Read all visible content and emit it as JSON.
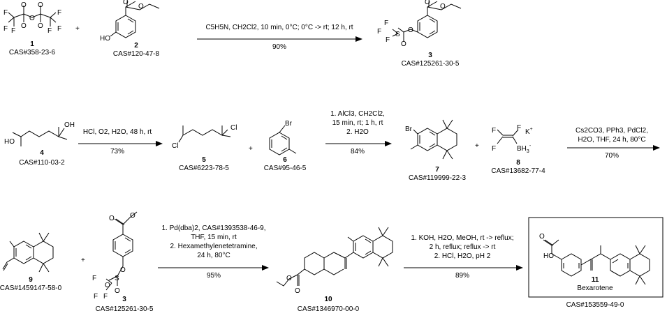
{
  "compounds": [
    {
      "id": "c1",
      "number": "1",
      "cas": "CAS#358-23-6"
    },
    {
      "id": "c2",
      "number": "2",
      "cas": "CAS#120-47-8"
    },
    {
      "id": "c3",
      "number": "3",
      "cas": "CAS#125261-30-5"
    },
    {
      "id": "c4",
      "number": "4",
      "cas": "CAS#110-03-2"
    },
    {
      "id": "c5",
      "number": "5",
      "cas": "CAS#6223-78-5"
    },
    {
      "id": "c6",
      "number": "6",
      "cas": "CAS#95-46-5"
    },
    {
      "id": "c7",
      "number": "7",
      "cas": "CAS#119999-22-3"
    },
    {
      "id": "c8",
      "number": "8",
      "cas": "CAS#13682-77-4"
    },
    {
      "id": "c9",
      "number": "9",
      "cas": "CAS#1459147-58-0"
    },
    {
      "id": "c3b",
      "number": "3",
      "cas": "CAS#125261-30-5"
    },
    {
      "id": "c10",
      "number": "10",
      "cas": "CAS#1346970-00-0"
    },
    {
      "id": "c11",
      "number": "11",
      "name": "Bexarotene",
      "cas": "CAS#153559-49-0"
    }
  ],
  "reactions": [
    {
      "above": [
        "C5H5N, CH2Cl2, 10 min, 0°C; 0°C -> rt; 12 h, rt"
      ],
      "below": [
        "90%"
      ]
    },
    {
      "above": [
        "HCl, O2, H2O, 48 h, rt"
      ],
      "below": [
        "73%"
      ]
    },
    {
      "above": [
        "1. AlCl3, CH2Cl2,",
        "15 min, rt; 1 h, rt",
        "2. H2O"
      ],
      "below": [
        "84%"
      ]
    },
    {
      "above": [
        "Cs2CO3, PPh3, PdCl2,",
        "H2O, THF, 24 h, 80°C"
      ],
      "below": [
        "70%"
      ]
    },
    {
      "above": [
        "1. Pd(dba)2, CAS#1393538-46-9,",
        "THF, 15 min, rt",
        "2. Hexamethylenetetramine,",
        "24 h, 80°C"
      ],
      "below": [
        "95%"
      ]
    },
    {
      "above": [
        "1. KOH, H2O, MeOH, rt -> reflux;",
        "2 h, reflux; reflux -> rt",
        "2. HCl, H2O, pH 2"
      ],
      "below": [
        "89%"
      ]
    }
  ],
  "plus_sign": "+",
  "atoms": {
    "F": "F",
    "O": "O",
    "S": "S",
    "HO": "HO",
    "OH": "OH",
    "Cl": "Cl",
    "Br": "Br",
    "K": "K",
    "plus": "+",
    "BH3": "BH",
    "three": "3",
    "minus": "-"
  }
}
